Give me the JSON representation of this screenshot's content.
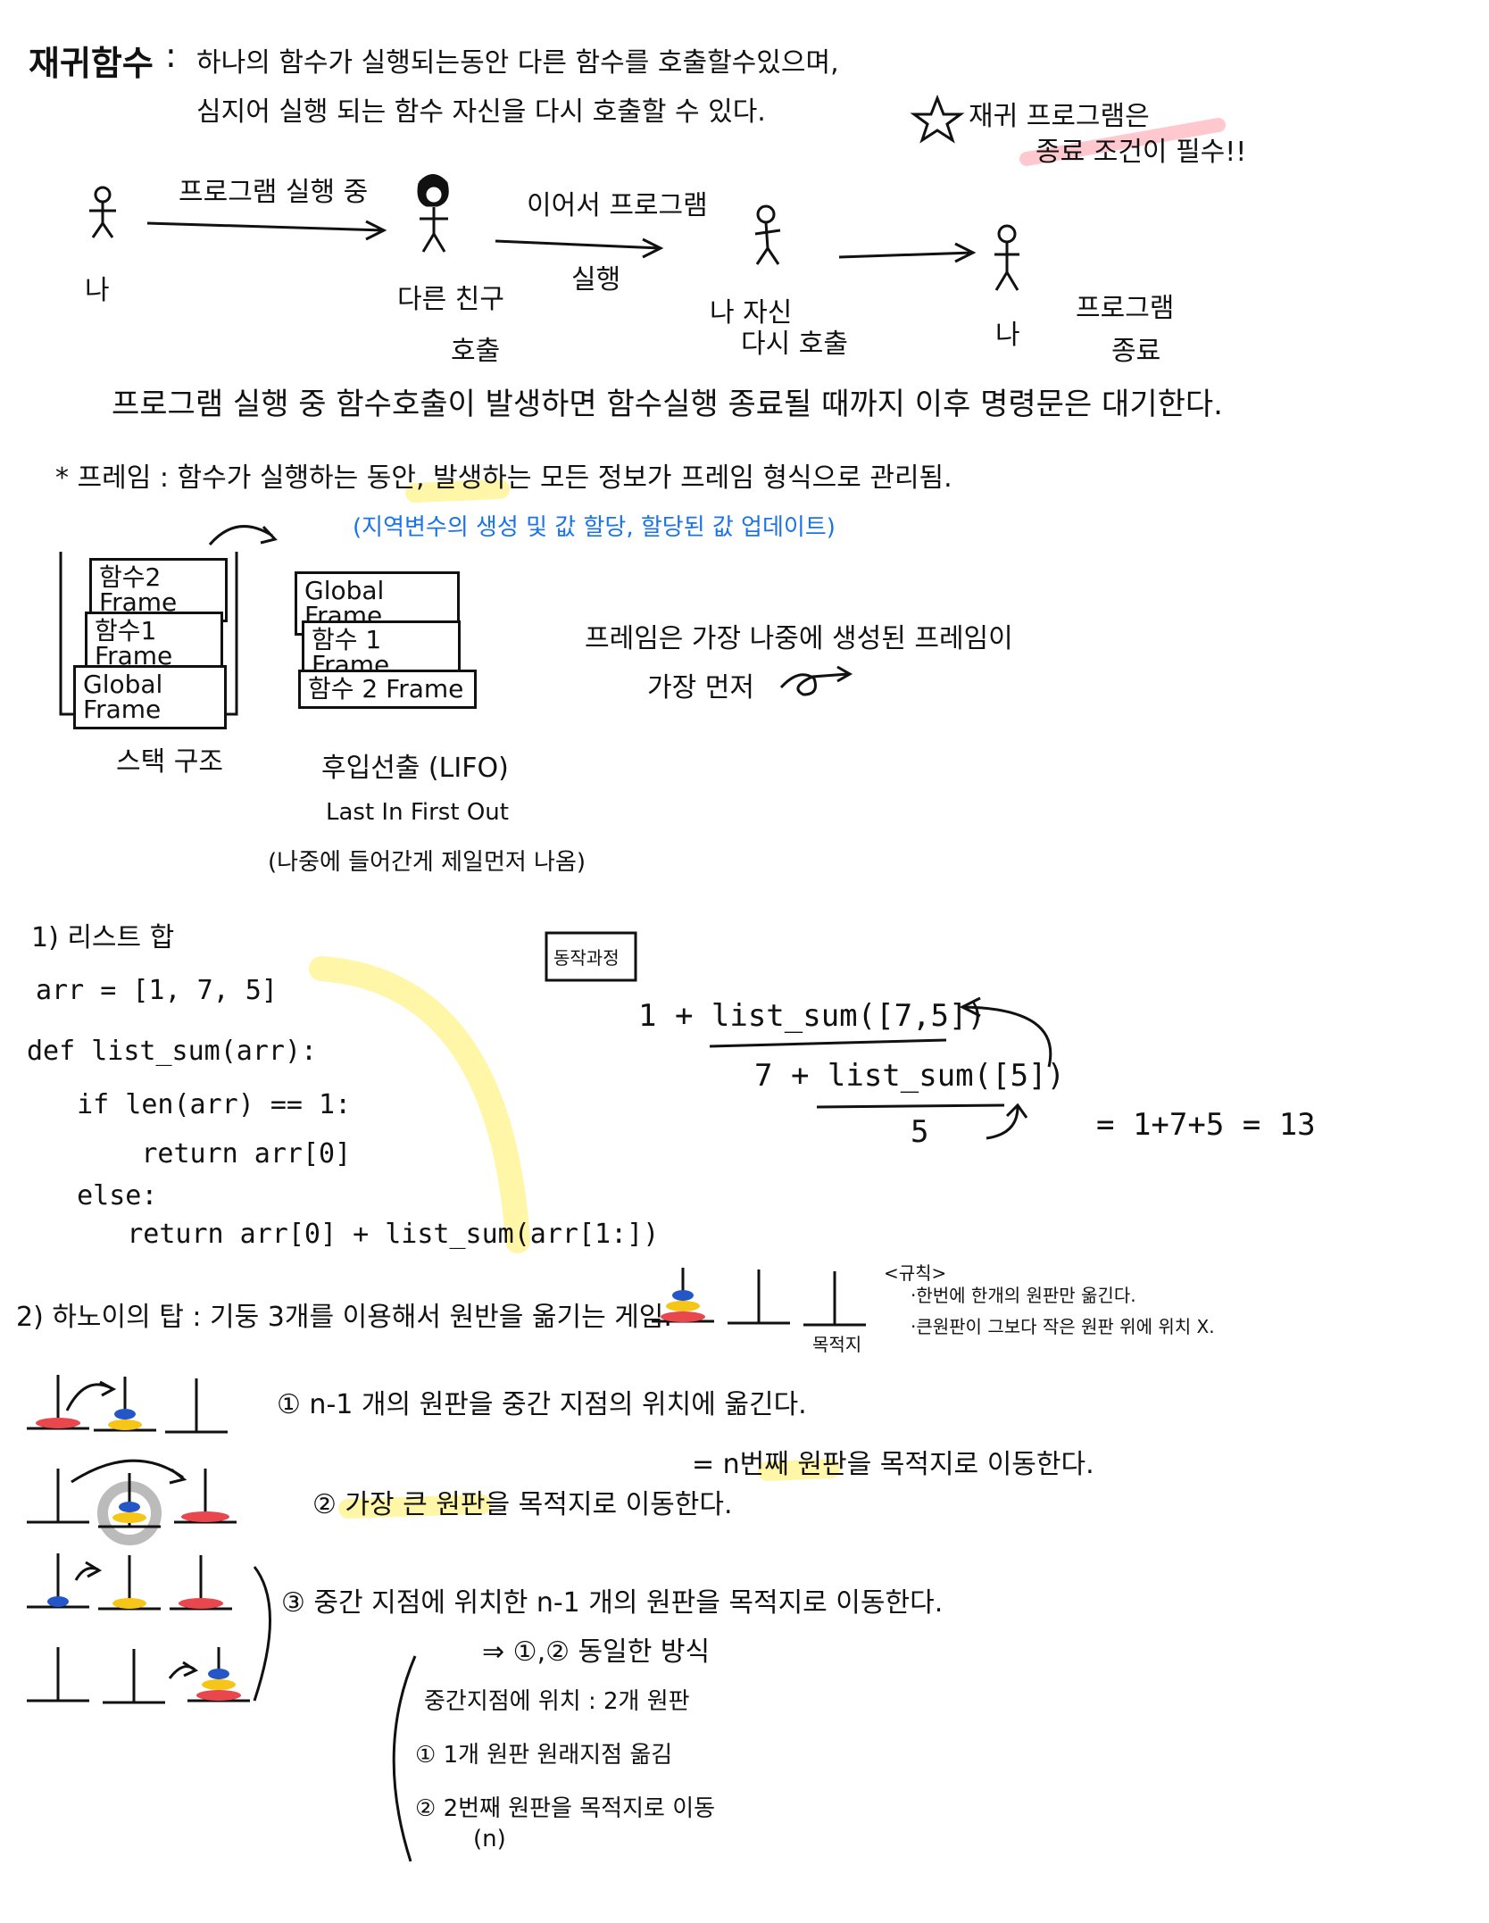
{
  "colors": {
    "ink": "#111111",
    "blue_note": "#1a73e8",
    "highlight_yellow": "#fff6a8",
    "pink_highlight": "#ff9aa8",
    "disk_red": "#e8474d",
    "disk_yellow": "#f5c518",
    "disk_blue": "#2456c8",
    "gray_circle": "#bbbbbb"
  },
  "intro": {
    "term": "재귀함수",
    "sep": ":",
    "line1": "하나의 함수가 실행되는동안 다른 함수를 호출할수있으며,",
    "line2": "심지어 실행 되는 함수 자신을 다시 호출할 수 있다.",
    "star_note_1": "재귀 프로그램은",
    "star_note_2": "종료 조건이 필수!!"
  },
  "story": {
    "arrow1_label": "프로그램 실행 중",
    "me1": "나",
    "friend_1": "다른 친구",
    "friend_2": "호출",
    "arrow2_label_1": "이어서 프로그램",
    "arrow2_label_2": "실행",
    "me_again_1": "나 자신",
    "me_again_2": "다시 호출",
    "me_end": "나",
    "end_1": "프로그램",
    "end_2": "종료",
    "summary": "프로그램 실행 중 함수호출이 발생하면 함수실행 종료될 때까지 이후 명령문은 대기한다."
  },
  "frame_section": {
    "title": "* 프레임 : 함수가 실행하는 동안, 발생하는 모든 정보가 프레임 형식으로 관리됨.",
    "blue_note": "(지역변수의 생성 및 값 할당, 할당된 값 업데이트)",
    "stack_frames": [
      "함수2 Frame",
      "함수1 Frame",
      "Global Frame"
    ],
    "stack_label": "스택 구조",
    "order_frames": [
      "Global Frame",
      "함수 1 Frame",
      "함수 2 Frame"
    ],
    "lifo_1": "후입선출 (LIFO)",
    "lifo_2": "Last In First Out",
    "lifo_3": "(나중에 들어간게 제일먼저 나옴)",
    "note_1": "프레임은 가장 나중에 생성된 프레임이",
    "note_2": "가장 먼저"
  },
  "list_sum": {
    "title": "1) 리스트 합",
    "code": [
      "arr = [1, 7, 5]",
      "def list_sum(arr):",
      "  if len(arr) == 1:",
      "      return arr[0]",
      "  else:",
      "    return arr[0] + list_sum(arr[1:])"
    ],
    "process_label": "동작과정",
    "step1": "1 + list_sum([7,5])",
    "step2": "7 + list_sum([5])",
    "step3": "5",
    "result": "= 1+7+5 = 13"
  },
  "hanoi": {
    "title": "2) 하노이의 탑 : 기둥 3개를 이용해서 원반을 옮기는 게임.",
    "target_label": "목적지",
    "rules_title": "<규칙>",
    "rule1": "·한번에 한개의 원판만 옮긴다.",
    "rule2": "·큰원판이 그보다 작은 원판 위에 위치 X.",
    "step1": "① n-1 개의 원판을 중간 지점의 위치에 옮긴다.",
    "step2a": "② 가장 큰 원판을 목적지로 이동한다.",
    "step2b": "= n번째 원판을 목적지로 이동한다.",
    "step3": "③ 중간 지점에 위치한 n-1 개의 원판을 목적지로 이동한다.",
    "same_as": "⇒ ①,② 동일한 방식",
    "sub1": "중간지점에 위치 : 2개 원판",
    "sub2": "① 1개 원판 원래지점 옮김",
    "sub3": "② 2번째 원판을 목적지로 이동",
    "sub3_note": "(n)"
  }
}
